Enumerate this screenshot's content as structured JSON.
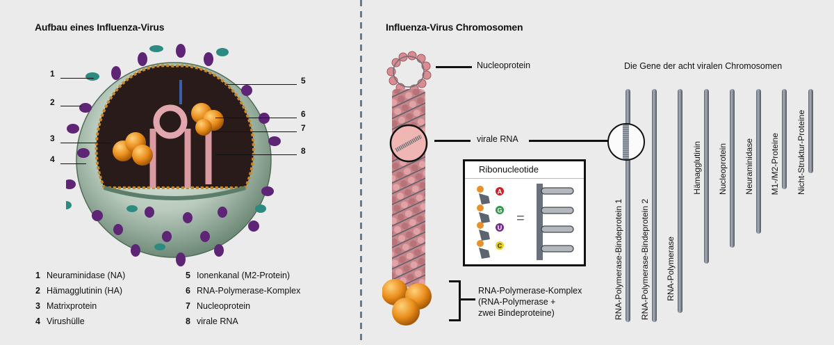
{
  "left_panel": {
    "title": "Aufbau eines Influenza-Virus",
    "callouts": [
      "1",
      "2",
      "3",
      "4",
      "5",
      "6",
      "7",
      "8"
    ],
    "legend": [
      {
        "num": "1",
        "label": "Neuraminidase (NA)"
      },
      {
        "num": "2",
        "label": "Hämagglutinin (HA)"
      },
      {
        "num": "3",
        "label": "Matrixprotein"
      },
      {
        "num": "4",
        "label": "Virushülle"
      },
      {
        "num": "5",
        "label": "Ionenkanal (M2-Protein)"
      },
      {
        "num": "6",
        "label": "RNA-Polymerase-Komplex"
      },
      {
        "num": "7",
        "label": "Nucleoprotein"
      },
      {
        "num": "8",
        "label": "virale RNA"
      }
    ]
  },
  "right_panel": {
    "title": "Influenza-Virus  Chromosomen",
    "labels": {
      "nucleoprotein": "Nucleoprotein",
      "viral_rna": "virale RNA",
      "polymerase_line1": "RNA-Polymerase-Komplex",
      "polymerase_line2": "(RNA-Polymerase +",
      "polymerase_line3": "zwei Bindeproteine)"
    },
    "ribonucleotide": {
      "title": "Ribonucleotide",
      "bases": [
        {
          "letter": "A",
          "color": "#d0202a"
        },
        {
          "letter": "G",
          "color": "#2e9a4a"
        },
        {
          "letter": "U",
          "color": "#7a2a8e"
        },
        {
          "letter": "C",
          "color": "#e8d21c"
        }
      ],
      "equals": "="
    },
    "genes_title": "Die Gene der acht viralen Chromosomen",
    "genes": [
      {
        "label": "RNA-Polymerase-Bindeprotein 1",
        "relative_length": 1.0
      },
      {
        "label": "RNA-Polymerase-Bindeprotein 2",
        "relative_length": 1.0
      },
      {
        "label": "RNA-Polymerase",
        "relative_length": 0.96
      },
      {
        "label": "Hämagglutinin",
        "relative_length": 0.75
      },
      {
        "label": "Nucleoprotein",
        "relative_length": 0.68
      },
      {
        "label": "Neuraminidase",
        "relative_length": 0.62
      },
      {
        "label": "M1-/M2-Proteine",
        "relative_length": 0.43
      },
      {
        "label": "Nicht-Struktur-Proteine",
        "relative_length": 0.36
      }
    ]
  }
}
